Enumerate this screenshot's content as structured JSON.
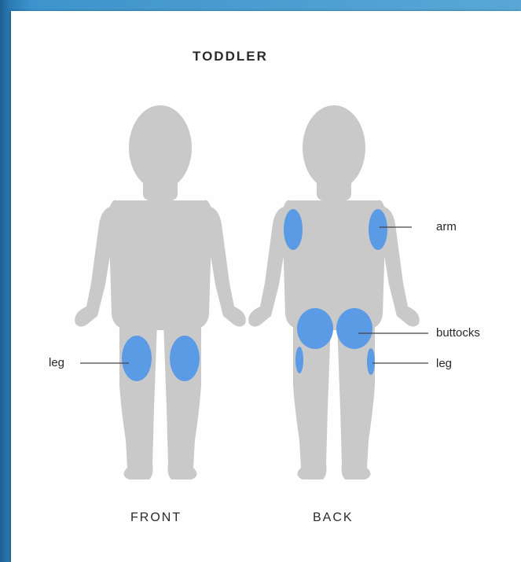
{
  "title": "TODDLER",
  "views": {
    "front_label": "FRONT",
    "back_label": "BACK"
  },
  "callouts": {
    "front_leg": "leg",
    "back_arm": "arm",
    "back_buttocks": "buttocks",
    "back_leg": "leg"
  },
  "colors": {
    "body_silhouette": "#c9c9c9",
    "injection_site": "#5b9be6",
    "frame_accent": "#2f7fb6",
    "leader_line": "#444444"
  }
}
